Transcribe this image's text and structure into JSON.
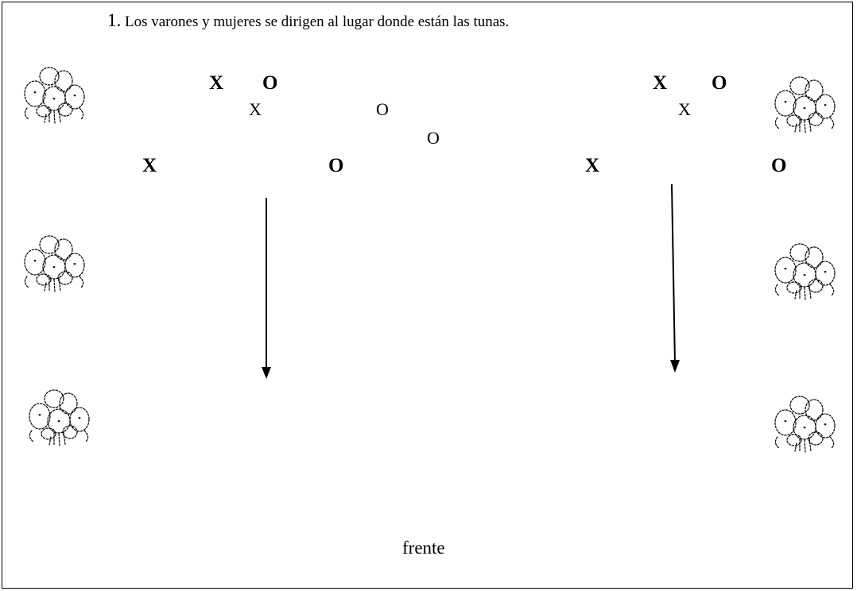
{
  "instruction": {
    "number": "1.",
    "text": " Los varones y mujeres se dirigen al lugar donde están las tunas."
  },
  "formation_left": {
    "row1_x": "X",
    "row1_o": "O",
    "row2_x": "X",
    "row3_x": "X",
    "row3_o": "O"
  },
  "formation_center": {
    "o1": "O",
    "o2": "O"
  },
  "formation_right": {
    "row1_x": "X",
    "row1_o": "O",
    "row2_x": "X",
    "row3_x": "X",
    "row3_o": "O"
  },
  "front_label": "frente",
  "icons": {
    "cactus": "prickly-pear-cactus-icon",
    "arrow": "arrow-down-icon"
  },
  "colors": {
    "ink": "#000000",
    "background": "#ffffff"
  }
}
